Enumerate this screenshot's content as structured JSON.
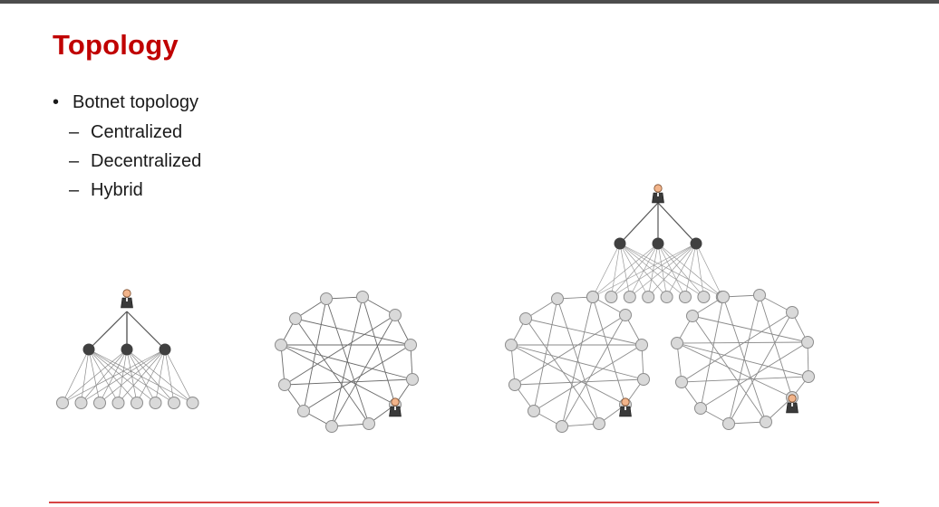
{
  "slide": {
    "title": "Topology",
    "bullets": [
      {
        "text": "Botnet topology",
        "subitems": [
          "Centralized",
          "Decentralized",
          "Hybrid"
        ]
      }
    ]
  },
  "diagrams": [
    {
      "type": "centralized-tree",
      "icon": "botmaster-icon"
    },
    {
      "type": "decentralized-mesh",
      "icon": "botmaster-icon"
    },
    {
      "type": "hybrid",
      "icon": "botmaster-icon"
    }
  ],
  "colors": {
    "title": "#c00000",
    "text": "#1a1a1a",
    "top_bar": "#4d4d4d",
    "bottom_rule": "#d64545",
    "server_node": "#404040",
    "bot_node_fill": "#d9d9d9",
    "bot_node_stroke": "#8c8c8c",
    "edge": "#6d6d6d"
  }
}
